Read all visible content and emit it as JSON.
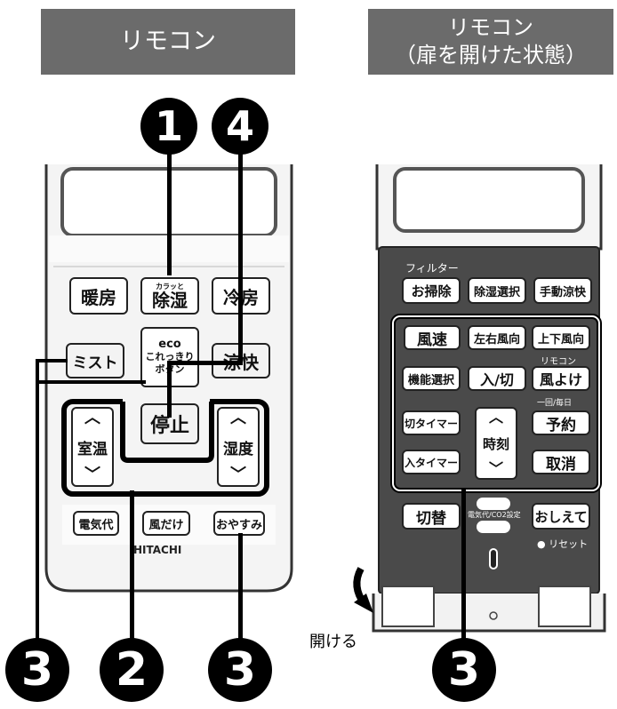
{
  "headers": {
    "left": "リモコン",
    "right_line1": "リモコン",
    "right_line2": "（扉を開けた状態）"
  },
  "left_remote": {
    "buttons": {
      "heat": "暖房",
      "dehumid": "除湿",
      "dehumid_sub": "カラッと",
      "cool": "冷房",
      "mist": "ミスト",
      "eco_line1": "eco",
      "eco_line2": "これっきり",
      "eco_line3": "ボタン",
      "comfort": "涼快",
      "stop": "停止",
      "room_temp": "室温",
      "humidity": "湿度",
      "power": "電気代",
      "wind_only": "風だけ",
      "sleep": "おやすみ"
    },
    "brand": "HITACHI"
  },
  "right_remote": {
    "filter_label": "フィルター",
    "buttons": {
      "clean": "お掃除",
      "dehumid_select": "除湿選択",
      "manual_comfort": "手動涼快",
      "fan_speed": "風速",
      "lr_direction": "左右風向",
      "ud_direction": "上下風向",
      "function_select": "機能選択",
      "on_off_timer": "入/切",
      "remocon_label": "リモコン",
      "wind_avoid": "風よけ",
      "off_timer": "切タイマー",
      "time": "時刻",
      "once_daily": "一回/毎日",
      "reserve": "予約",
      "on_timer": "入タイマー",
      "cancel": "取消",
      "switch": "切替",
      "co2_setting": "電気代/CO2設定",
      "teach": "おしえて",
      "reset": "● リセット"
    },
    "open_label": "開ける"
  },
  "callouts": {
    "one": "1",
    "two": "2",
    "three": "3",
    "four": "4"
  }
}
